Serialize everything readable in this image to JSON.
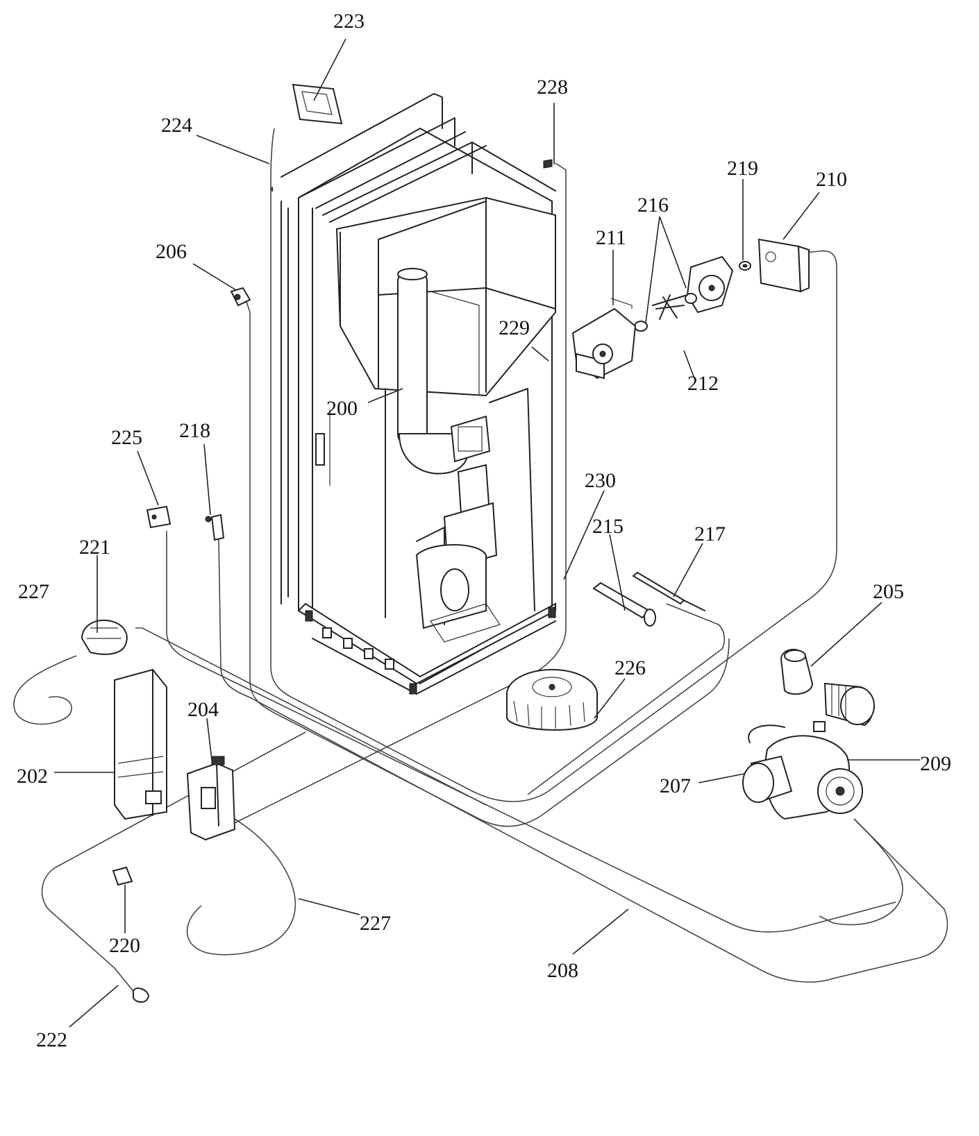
{
  "callouts": {
    "c223": "223",
    "c224": "224",
    "c228": "228",
    "c219": "219",
    "c210": "210",
    "c216": "216",
    "c211": "211",
    "c206": "206",
    "c229": "229",
    "c212": "212",
    "c200": "200",
    "c225": "225",
    "c218": "218",
    "c230": "230",
    "c215": "215",
    "c217": "217",
    "c221": "221",
    "c227a": "227",
    "c205": "205",
    "c226": "226",
    "c204": "204",
    "c202": "202",
    "c209": "209",
    "c207": "207",
    "c220": "220",
    "c227b": "227",
    "c208": "208",
    "c222": "222"
  }
}
